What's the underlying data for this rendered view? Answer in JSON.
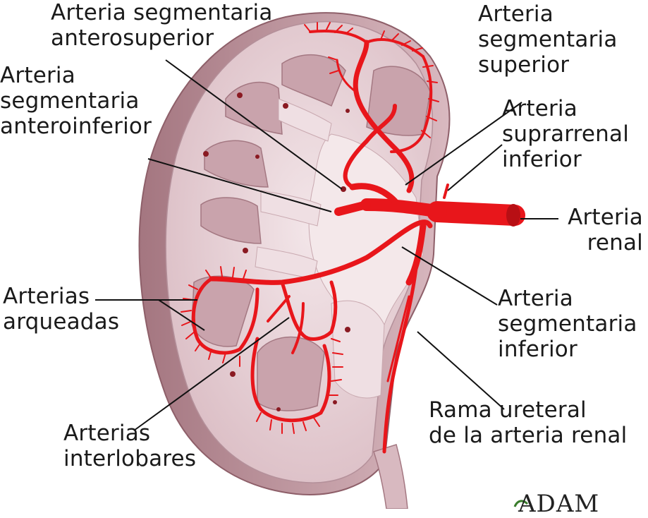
{
  "labels": {
    "anterosuperior": [
      "Arteria segmentaria",
      "anterosuperior"
    ],
    "anteroinferior": [
      "Arteria",
      "segmentaria",
      "anteroinferior"
    ],
    "superior": [
      "Arteria",
      "segmentaria",
      "superior"
    ],
    "suprarrenal": [
      "Arteria",
      "suprarrenal",
      "inferior"
    ],
    "renal": [
      "Arteria",
      "renal"
    ],
    "arqueadas": [
      "Arterias",
      "arqueadas"
    ],
    "segmentaria_inferior": [
      "Arteria",
      "segmentaria",
      "inferior"
    ],
    "ureteral": [
      "Rama ureteral",
      "de la arteria renal"
    ],
    "interlobares": [
      "Arterias",
      "interlobares"
    ]
  },
  "logo": "ADAM",
  "colors": {
    "artery": "#e8161b",
    "cortex": "#e6cfd4",
    "capsule": "#b98a92",
    "medulla": "#d8b9c0",
    "sinus": "#f2e4e7"
  }
}
